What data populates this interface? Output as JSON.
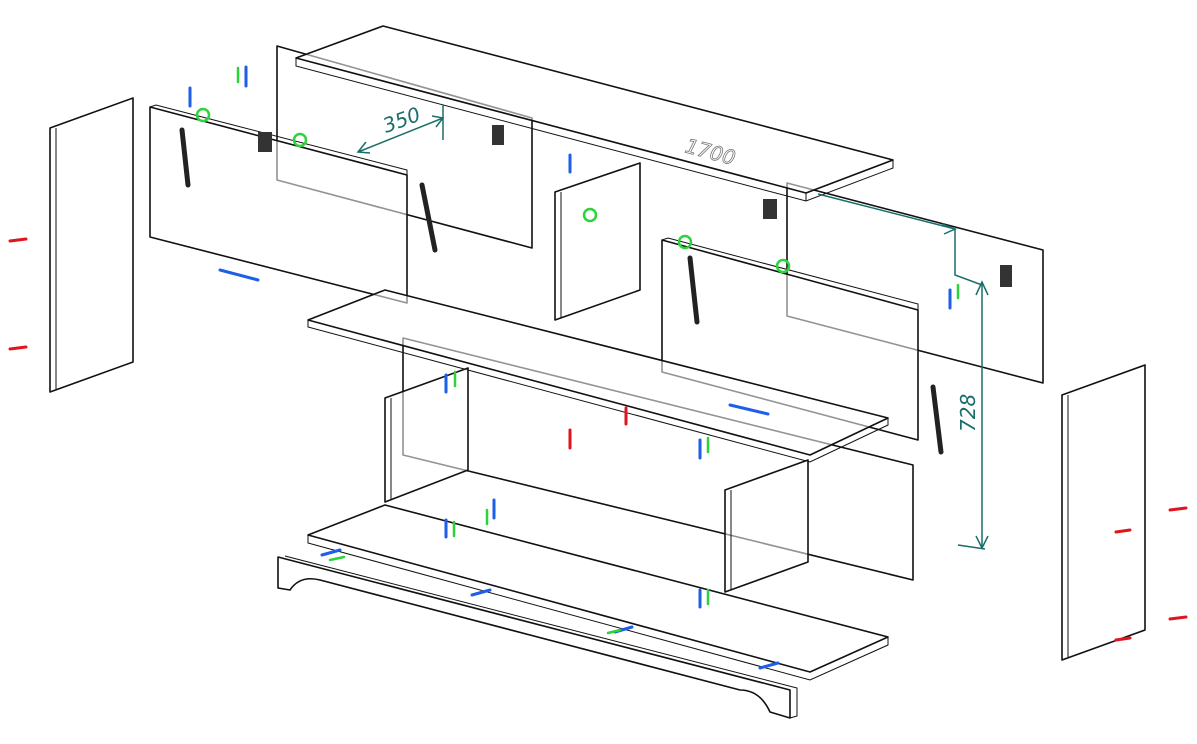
{
  "diagram": {
    "dimensions": {
      "depth": "350",
      "width": "1700",
      "height": "728"
    },
    "colors": {
      "dimension": "#1a6e6a",
      "cam_fastener": "#e0141c",
      "dowel_fastener": "#1e5ee8",
      "hinge_fastener": "#2bd43a"
    }
  }
}
